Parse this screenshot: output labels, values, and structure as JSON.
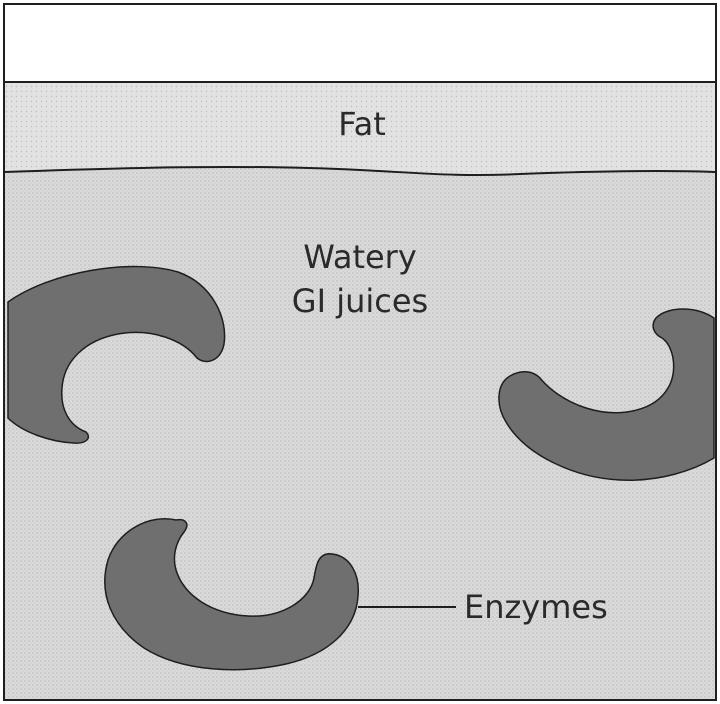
{
  "labels": {
    "fat": "Fat",
    "watery_line1": "Watery",
    "watery_line2": "GI juices",
    "enzymes": "Enzymes"
  },
  "colors": {
    "fat_fill": "#e2e2e2",
    "water_fill": "#dadada",
    "enzyme_fill": "#6f6f6f",
    "outline": "#1e1e1e"
  },
  "icons": {
    "enzyme": "crescent-enzyme-icon"
  }
}
